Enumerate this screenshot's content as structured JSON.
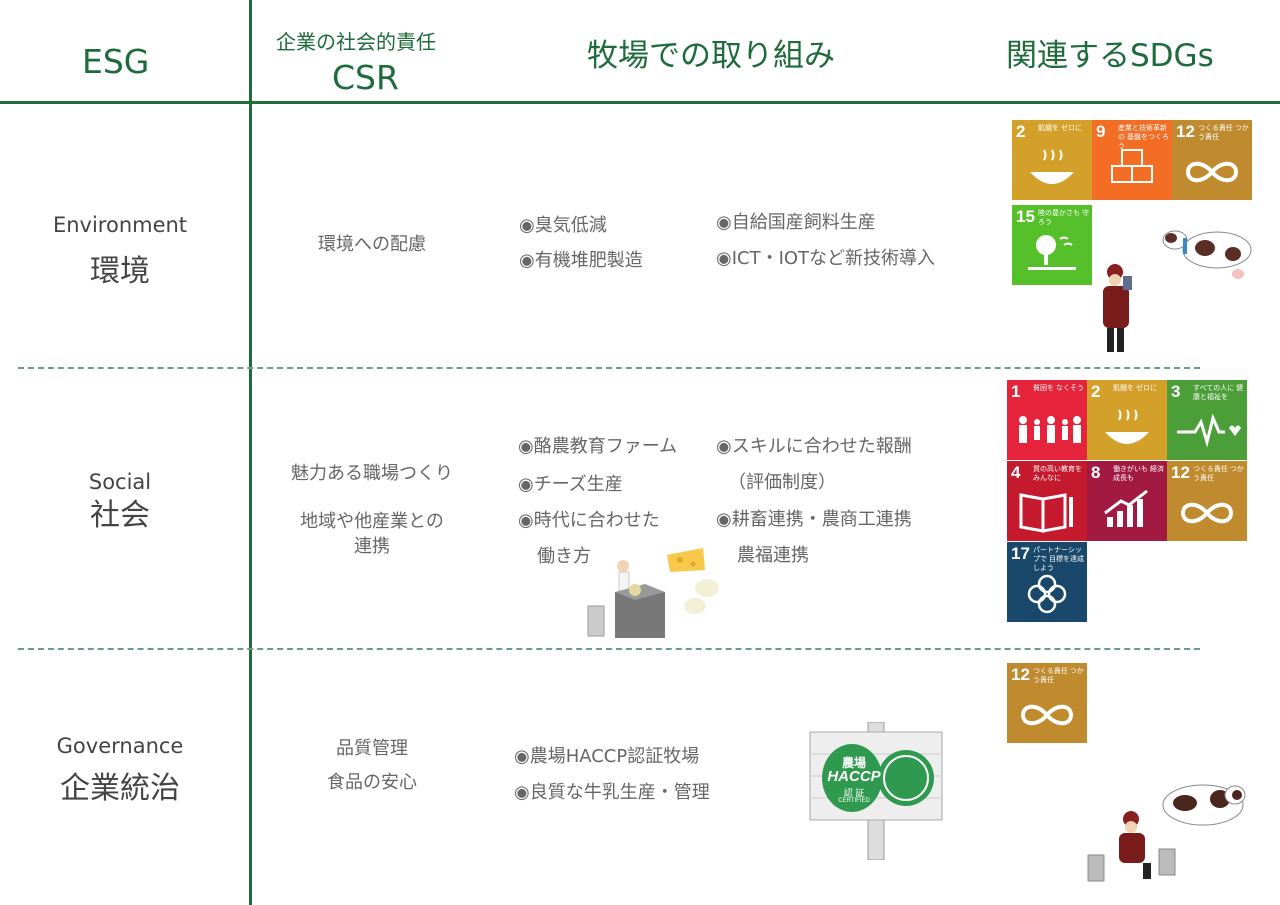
{
  "header": {
    "esg": "ESG",
    "csr_sub": "企業の社会的責任",
    "csr": "CSR",
    "farm": "牧場での取り組み",
    "sdgs": "関連するSDGs"
  },
  "rows": {
    "environment": {
      "en": "Environment",
      "jp": "環境",
      "csr": [
        "環境への配慮"
      ],
      "items_a": [
        "◉臭気低減",
        "◉有機堆肥製造"
      ],
      "items_b": [
        "◉自給国産飼料生産",
        "◉ICT・IOTなど新技術導入"
      ]
    },
    "social": {
      "en": "Social",
      "jp": "社会",
      "csr": [
        "魅力ある職場つくり",
        "地域や他産業との",
        "連携"
      ],
      "items_a": [
        "◉酪農教育ファーム",
        "◉チーズ生産",
        "◉時代に合わせた",
        "働き方"
      ],
      "items_b": [
        "◉スキルに合わせた報酬",
        "（評価制度）",
        "◉耕畜連携・農商工連携",
        "農福連携"
      ]
    },
    "governance": {
      "en": "Governance",
      "jp": "企業統治",
      "csr": [
        "品質管理",
        "食品の安心"
      ],
      "items_a": [
        "◉農場HACCP認証牧場",
        "◉良質な牛乳生産・管理"
      ]
    }
  },
  "haccp": {
    "line1": "農場",
    "line2": "HACCP",
    "line3": "認 証",
    "line4": "CERTIFIED"
  },
  "sdg_icons": [
    {
      "num": "2",
      "text": "飢餓を ゼロに",
      "color": "#d3a029",
      "icon": "bowl-icon"
    },
    {
      "num": "9",
      "text": "産業と技術革新の 基盤をつくろう",
      "color": "#f36d25",
      "icon": "cubes-icon"
    },
    {
      "num": "12",
      "text": "つくる責任 つかう責任",
      "color": "#bf8b2e",
      "icon": "infinity-icon"
    },
    {
      "num": "15",
      "text": "陸の豊かさも 守ろう",
      "color": "#56c02b",
      "icon": "tree-icon"
    },
    {
      "num": "1",
      "text": "貧困を なくそう",
      "color": "#e5243b",
      "icon": "family-icon"
    },
    {
      "num": "2",
      "text": "飢餓を ゼロに",
      "color": "#d3a029",
      "icon": "bowl-icon"
    },
    {
      "num": "3",
      "text": "すべての人に 健康と福祉を",
      "color": "#4c9f38",
      "icon": "heartbeat-icon"
    },
    {
      "num": "4",
      "text": "質の高い教育を みんなに",
      "color": "#c5192d",
      "icon": "book-icon"
    },
    {
      "num": "8",
      "text": "働きがいも 経済成長も",
      "color": "#a21942",
      "icon": "growth-chart-icon"
    },
    {
      "num": "12",
      "text": "つくる責任 つかう責任",
      "color": "#bf8b2e",
      "icon": "infinity-icon"
    },
    {
      "num": "17",
      "text": "パートナーシップで 目標を達成しよう",
      "color": "#19486a",
      "icon": "rings-icon"
    },
    {
      "num": "12",
      "text": "つくる責任 つかう責任",
      "color": "#bf8b2e",
      "icon": "infinity-icon"
    }
  ],
  "colors": {
    "accent": "#1e6b3c",
    "dash": "#6a9a8e"
  }
}
